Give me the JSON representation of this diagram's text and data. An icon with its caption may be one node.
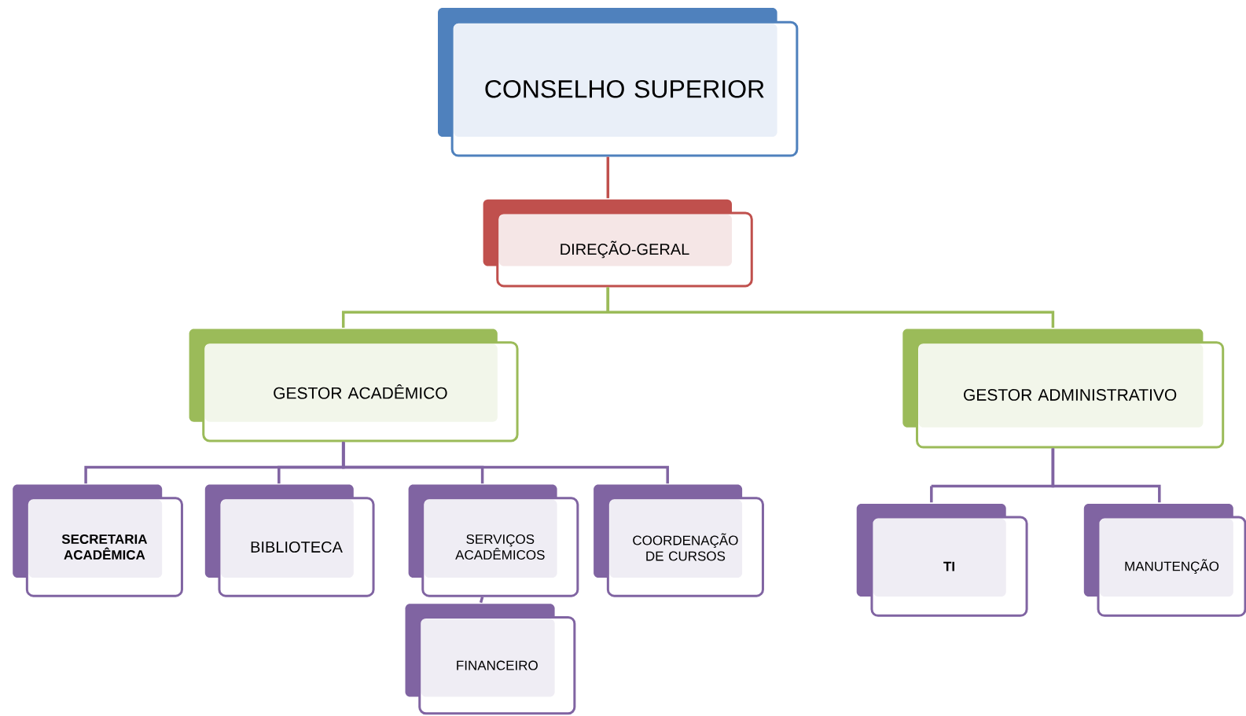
{
  "diagram": {
    "nodes": [
      {
        "text": [
          "CONSELHO SUPERIOR"
        ]
      },
      {
        "text": [
          "DIREÇÃO-GERAL"
        ]
      },
      {
        "text": [
          "GESTOR ACADÊMICO"
        ]
      },
      {
        "text": [
          "GESTOR ADMINISTRATIVO"
        ]
      },
      {
        "text": [
          "SECRETARIA ACADÊMICA"
        ]
      },
      {
        "text": [
          "BIBLIOTECA"
        ]
      },
      {
        "text": [
          "SERVIÇOS ACADÊMICOS"
        ]
      },
      {
        "text": [
          "COORDENAÇÃO DE CURSOS"
        ]
      },
      {
        "text": [
          "FINANCEIRO"
        ]
      },
      {
        "text": [
          "TI"
        ]
      },
      {
        "text": [
          "MANUTENÇÃO"
        ]
      }
    ],
    "edges": [
      {
        "from": 0,
        "to": 1,
        "arrow": "none",
        "color": "#c0504d"
      },
      {
        "from": 1,
        "to": 2,
        "arrow": "none",
        "color": "#9bbb59"
      },
      {
        "from": 1,
        "to": 3,
        "arrow": "none",
        "color": "#9bbb59"
      },
      {
        "from": 2,
        "to": 4,
        "arrow": "none"
      },
      {
        "from": 2,
        "to": 5,
        "arrow": "none"
      },
      {
        "from": 2,
        "to": 6,
        "arrow": "none"
      },
      {
        "from": 2,
        "to": 7,
        "arrow": "none"
      },
      {
        "from": 6,
        "to": 8,
        "arrow": "none"
      },
      {
        "from": 3,
        "to": 9,
        "arrow": "none"
      },
      {
        "from": 3,
        "to": 10,
        "arrow": "none"
      }
    ]
  }
}
